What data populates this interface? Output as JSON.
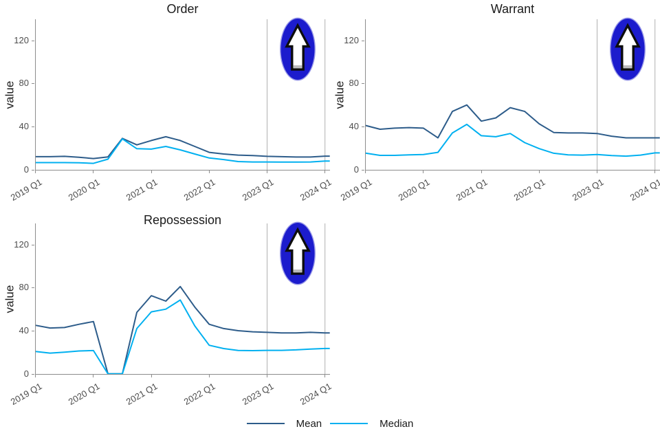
{
  "colors": {
    "mean": "#2d5c8a",
    "median": "#00b0f0",
    "icon_blue": "#1c1ccd",
    "icon_arrow_fill": "#ffffff",
    "icon_arrow_outline": "#0d0d0d",
    "icon_arrow_shade": "#bdbdbd",
    "axis_line": "#8c8c8c",
    "tick_text": "#4d4d4d",
    "title_text": "#1a1a1a",
    "refline": "#b0b0b0"
  },
  "legend": {
    "items": [
      {
        "label": "Mean",
        "color": "#2d5c8a"
      },
      {
        "label": "Median",
        "color": "#00b0f0"
      }
    ]
  },
  "icon": {
    "name": "up-arrow",
    "description": "white up arrow in blue oval"
  },
  "chart_data": [
    {
      "type": "line",
      "title": "Order",
      "ylabel": "value",
      "categories": [
        "2019 Q1",
        "2019 Q2",
        "2019 Q3",
        "2019 Q4",
        "2020 Q1",
        "2020 Q2",
        "2020 Q3",
        "2020 Q4",
        "2021 Q1",
        "2021 Q2",
        "2021 Q3",
        "2021 Q4",
        "2022 Q1",
        "2022 Q2",
        "2022 Q3",
        "2022 Q4",
        "2023 Q1",
        "2023 Q2",
        "2023 Q3",
        "2023 Q4",
        "2024 Q1"
      ],
      "series": [
        {
          "name": "Mean",
          "color": "#2d5c8a",
          "values": [
            12,
            12,
            12.3,
            11.4,
            10.3,
            11.8,
            29,
            23,
            27,
            30.5,
            27,
            21.5,
            16,
            14.5,
            13.5,
            13,
            12.3,
            12,
            11.7,
            11.7,
            12.5
          ]
        },
        {
          "name": "Median",
          "color": "#00b0f0",
          "values": [
            6.5,
            6.5,
            6.5,
            6.3,
            5.8,
            9.7,
            28.5,
            19.4,
            19,
            21.5,
            18.3,
            14.5,
            10.8,
            9.3,
            7.5,
            7.1,
            7.1,
            7,
            7,
            7.1,
            8
          ]
        }
      ],
      "yticks": [
        0,
        40,
        80,
        120
      ],
      "ylim": [
        0,
        140
      ],
      "xticks": [
        "2019 Q1",
        "2020 Q1",
        "2021 Q1",
        "2022 Q1",
        "2023 Q1",
        "2024 Q1"
      ],
      "reflines_at": [
        "2023 Q1",
        "2024 Q1"
      ],
      "grid": false,
      "legend_position": "bottom"
    },
    {
      "type": "line",
      "title": "Warrant",
      "ylabel": "value",
      "categories": [
        "2019 Q1",
        "2019 Q2",
        "2019 Q3",
        "2019 Q4",
        "2020 Q1",
        "2020 Q2",
        "2020 Q3",
        "2020 Q4",
        "2021 Q1",
        "2021 Q2",
        "2021 Q3",
        "2021 Q4",
        "2022 Q1",
        "2022 Q2",
        "2022 Q3",
        "2022 Q4",
        "2023 Q1",
        "2023 Q2",
        "2023 Q3",
        "2023 Q4",
        "2024 Q1"
      ],
      "series": [
        {
          "name": "Mean",
          "color": "#2d5c8a",
          "values": [
            41,
            37.5,
            38.5,
            39,
            38.5,
            29.5,
            54,
            60,
            45,
            48,
            57.5,
            54,
            42.5,
            34.5,
            34,
            34,
            33.5,
            31,
            29.5,
            29.5,
            29.5
          ]
        },
        {
          "name": "Median",
          "color": "#00b0f0",
          "values": [
            15.3,
            13.2,
            13.2,
            13.7,
            14,
            16,
            34,
            42,
            31.5,
            30.5,
            33.5,
            25,
            19.5,
            15.2,
            13.7,
            13.5,
            14,
            13,
            12.5,
            13.5,
            15.5
          ]
        }
      ],
      "yticks": [
        0,
        40,
        80,
        120
      ],
      "ylim": [
        0,
        140
      ],
      "xticks": [
        "2019 Q1",
        "2020 Q1",
        "2021 Q1",
        "2022 Q1",
        "2023 Q1",
        "2024 Q1"
      ],
      "reflines_at": [
        "2023 Q1",
        "2024 Q1"
      ],
      "grid": false,
      "legend_position": "bottom"
    },
    {
      "type": "line",
      "title": "Repossession",
      "ylabel": "value",
      "categories": [
        "2019 Q1",
        "2019 Q2",
        "2019 Q3",
        "2019 Q4",
        "2020 Q1",
        "2020 Q2",
        "2020 Q3",
        "2020 Q4",
        "2021 Q1",
        "2021 Q2",
        "2021 Q3",
        "2021 Q4",
        "2022 Q1",
        "2022 Q2",
        "2022 Q3",
        "2022 Q4",
        "2023 Q1",
        "2023 Q2",
        "2023 Q3",
        "2023 Q4",
        "2024 Q1"
      ],
      "series": [
        {
          "name": "Mean",
          "color": "#2d5c8a",
          "values": [
            45,
            42.5,
            43,
            46,
            48.5,
            0,
            0,
            57,
            72.5,
            67.5,
            81,
            62,
            46,
            42,
            40,
            39,
            38.5,
            38,
            38,
            38.5,
            38
          ]
        },
        {
          "name": "Median",
          "color": "#00b0f0",
          "values": [
            20.7,
            19.2,
            20.1,
            21.2,
            21.6,
            0,
            0,
            42,
            57.5,
            60,
            68.5,
            44.5,
            26.5,
            23.4,
            21.7,
            21.5,
            21.8,
            21.8,
            22.2,
            23,
            23.5
          ]
        }
      ],
      "yticks": [
        0,
        40,
        80,
        120
      ],
      "ylim": [
        0,
        140
      ],
      "xticks": [
        "2019 Q1",
        "2020 Q1",
        "2021 Q1",
        "2022 Q1",
        "2023 Q1",
        "2024 Q1"
      ],
      "reflines_at": [
        "2023 Q1",
        "2024 Q1"
      ],
      "grid": false,
      "legend_position": "bottom"
    }
  ]
}
